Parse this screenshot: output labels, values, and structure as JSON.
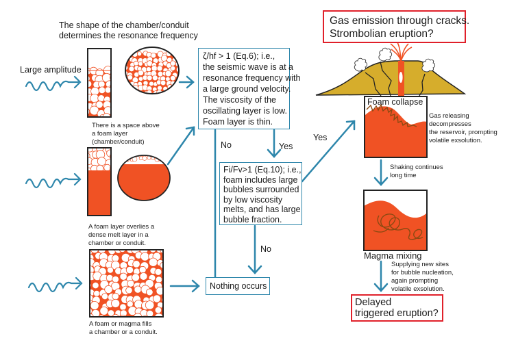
{
  "colors": {
    "arrow": "#2d86ab",
    "magma": "#f05224",
    "bubble_outline": "#f05224",
    "volcano": "#d6ad2c",
    "alert_border": "#e0202a",
    "mixing_scribble": "#8a4a12"
  },
  "left_panel": {
    "header": "The shape of the chamber/conduit\ndetermines the resonance frequency",
    "wave_label": "Large amplitude",
    "case1_caption": "There is a space above\na foam layer\n(chamber/conduit)",
    "case2_caption": "A foam layer overlies a\ndense melt layer in a\nchamber or conduit.",
    "case3_caption": "A foam or magma fills\na chamber or a conduit."
  },
  "decision1": {
    "text": "ζ/hf > 1 (Eq.6); i.e.,\nthe seismic wave is at a\nresonance frequency with\na large ground velocity.\nThe viscosity of the\noscillating layer is low.\nFoam layer is thin."
  },
  "decision2": {
    "text": "Fi/Fv>1 (Eq.10); i.e.,\nfoam includes large\nbubbles surrounded\nby low viscosity\nmelts, and has large\nbubble fraction."
  },
  "branches": {
    "d1_no": "No",
    "d1_yes": "Yes",
    "d2_yes": "Yes",
    "d2_no": "No"
  },
  "nothing_box": "Nothing occurs",
  "right_panel": {
    "gas_emission": "Gas emission through cracks.\nStrombolian eruption?",
    "foam_collapse_title": "Foam collapse",
    "foam_collapse_note": "Gas releasing\ndecompresses\nthe reservoir, prompting\nvolatile exsolution.",
    "shaking_note": "Shaking continues\nlong time",
    "magma_mixing_title": "Magma mixing",
    "magma_mixing_note": "Supplying new sites\nfor bubble nucleation,\nagain prompting\nvolatile exsolution.",
    "delayed": "Delayed\ntriggered eruption?"
  }
}
